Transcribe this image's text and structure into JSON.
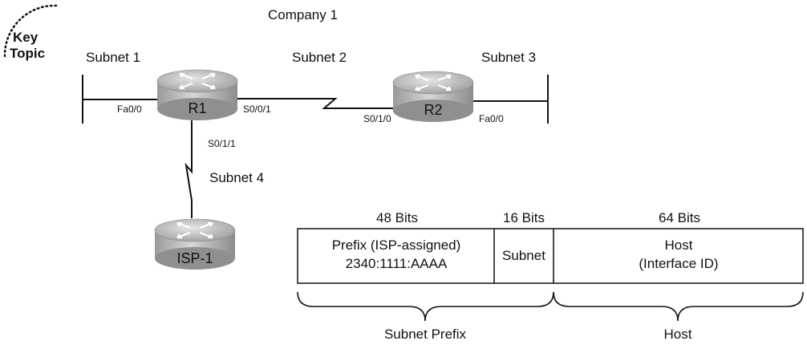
{
  "key_topic": {
    "line1": "Key",
    "line2": "Topic"
  },
  "title": "Company 1",
  "subnets": {
    "s1": "Subnet 1",
    "s2": "Subnet 2",
    "s3": "Subnet 3",
    "s4": "Subnet 4"
  },
  "routers": {
    "r1": "R1",
    "r2": "R2",
    "isp": "ISP-1"
  },
  "interfaces": {
    "r1_fa": "Fa0/0",
    "r1_s001": "S0/0/1",
    "r1_s011": "S0/1/1",
    "r2_s010": "S0/1/0",
    "r2_fa": "Fa0/0"
  },
  "address_format": {
    "bits_prefix": "48 Bits",
    "bits_subnet": "16 Bits",
    "bits_host": "64 Bits",
    "prefix_line1": "Prefix (ISP-assigned)",
    "prefix_line2": "2340:1111:AAAA",
    "subnet_box": "Subnet",
    "host_line1": "Host",
    "host_line2": "(Interface ID)",
    "brace_left": "Subnet Prefix",
    "brace_right": "Host"
  }
}
